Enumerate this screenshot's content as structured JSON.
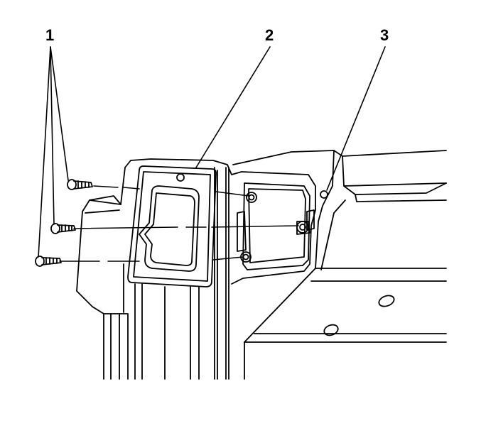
{
  "callouts": {
    "one": "1",
    "two": "2",
    "three": "3"
  },
  "colors": {
    "ink": "#000000",
    "paper": "#ffffff"
  },
  "icons": [
    "screw-icon",
    "stud-icon"
  ]
}
